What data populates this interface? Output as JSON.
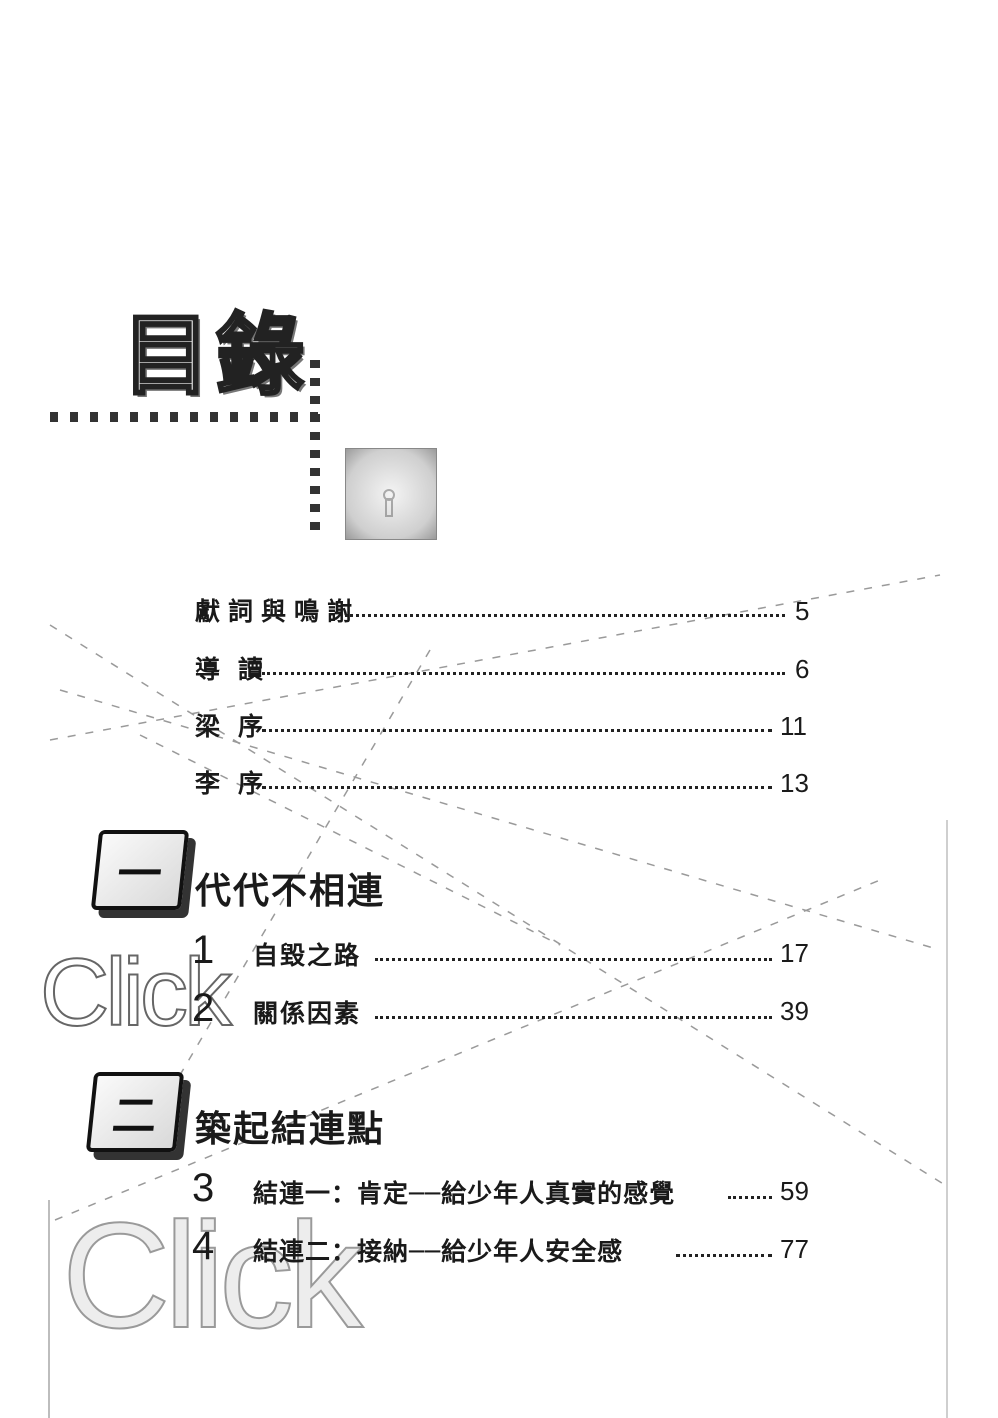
{
  "title": "目錄",
  "front_matter": [
    {
      "label": "獻詞與鳴謝",
      "page": "5"
    },
    {
      "label": "導讀",
      "page": "6"
    },
    {
      "label": "梁序",
      "page": "11"
    },
    {
      "label": "李序",
      "page": "13"
    }
  ],
  "parts": [
    {
      "key_label": "一",
      "title": "代代不相連",
      "chapters": [
        {
          "number": "1",
          "label": "自毀之路",
          "page": "17"
        },
        {
          "number": "2",
          "label": "關係因素",
          "page": "39"
        }
      ]
    },
    {
      "key_label": "二",
      "title": "築起結連點",
      "chapters": [
        {
          "number": "3",
          "label": "結連一：肯定──給少年人真實的感覺",
          "page": "59"
        },
        {
          "number": "4",
          "label": "結連二：接納──給少年人安全感",
          "page": "77"
        }
      ]
    }
  ],
  "decor": {
    "click_small": "Click",
    "click_big": "Click"
  }
}
